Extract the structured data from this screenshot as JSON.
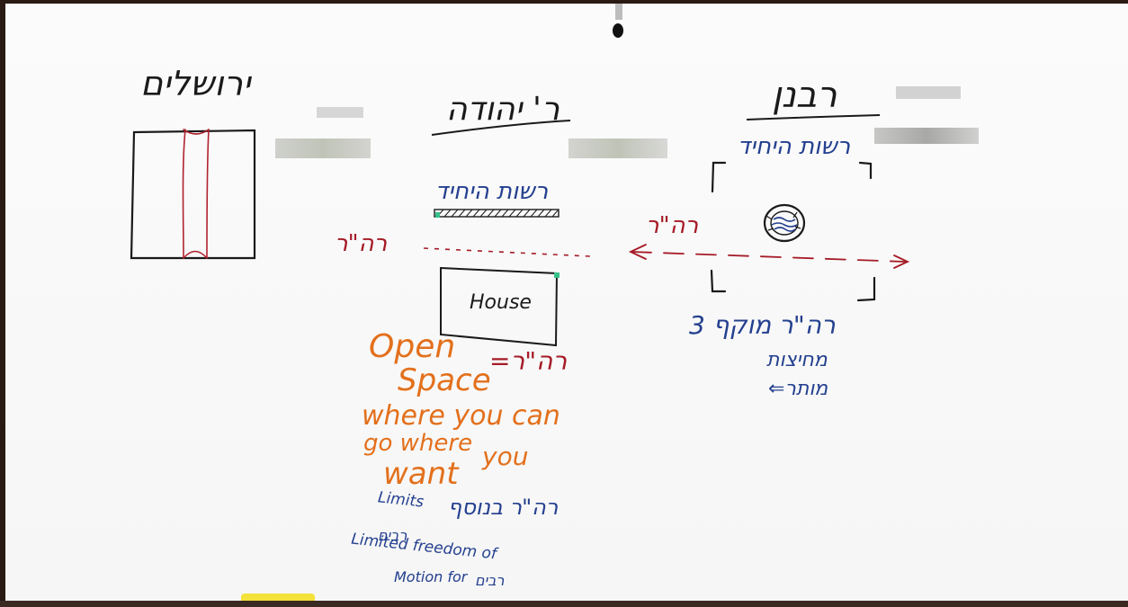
{
  "colors": {
    "board": "#f7f7f7",
    "black_marker": "#1a1a1a",
    "blue_marker": "#24408f",
    "red_marker": "#a51b26",
    "orange_marker": "#e3701c",
    "eraser": "#f4e23a"
  },
  "left": {
    "title": "ירושלים"
  },
  "middle": {
    "title": "ר' יהודה",
    "wall_label": "רשות היחיד",
    "path_label": "רה\"ר",
    "house_label": "House",
    "orange_lines": [
      "Open",
      "Space",
      "where you can",
      "go where",
      "you",
      "want"
    ],
    "equals_label": "=רה\"ר",
    "limits_label": "Limits",
    "limits_hebrew": "רה\"ר בנוסף",
    "limited_hebrew": "רבים",
    "limited_line1": "Limited freedom of",
    "limited_line2": "Motion for",
    "limited_hebrew2": "רבים"
  },
  "right": {
    "title": "רבנן",
    "subtitle": "רשות היחיד",
    "path_label": "רה\"ר",
    "note_line1": "רה\"ר מוקף 3",
    "note_line2": "מחיצות",
    "note_line3": "⇐מותר"
  },
  "icons": [
    "well-icon",
    "marker-clip-icon",
    "eraser-icon"
  ]
}
